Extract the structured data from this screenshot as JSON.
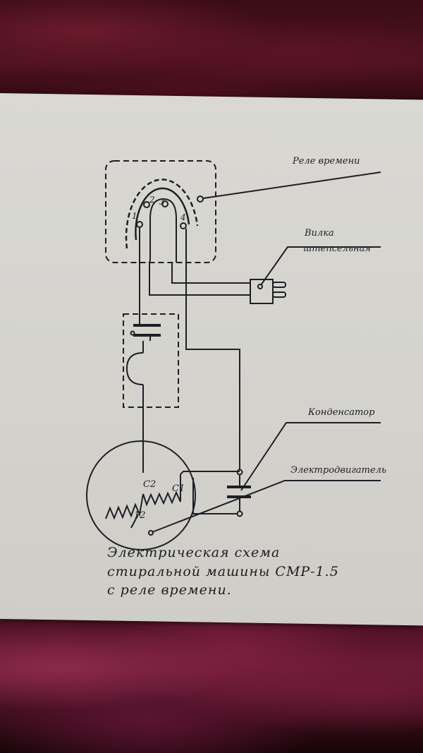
{
  "labels": {
    "timer_relay": "Реле времени",
    "plug_line1": "Вилка",
    "plug_line2": "штепсельная",
    "capacitor": "Конденсатор",
    "motor": "Электродвигатель"
  },
  "terminals": {
    "t1": "1",
    "t2": "2",
    "t3": "3",
    "t4": "4"
  },
  "windings": {
    "c1": "C1",
    "c2": "C2",
    "c12": "12"
  },
  "caption": {
    "line1": "Электрическая схема",
    "line2": "стиральной машины СМР-1.5",
    "line3": "с реле времени."
  }
}
